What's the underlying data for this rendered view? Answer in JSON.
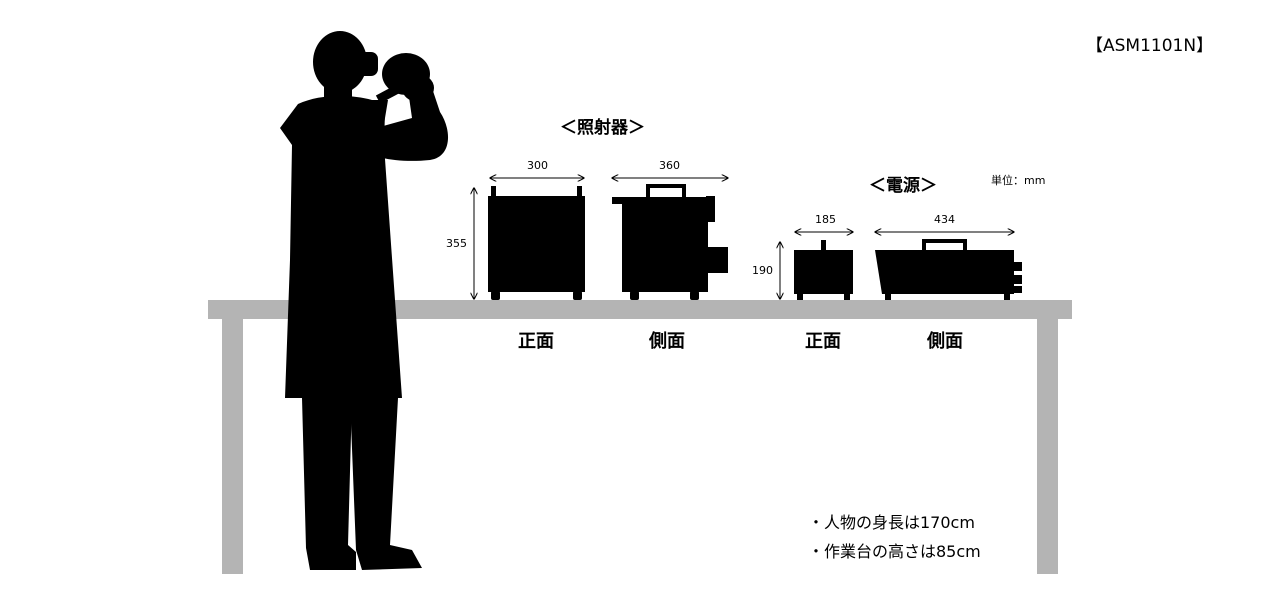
{
  "model_code": "【ASM1101N】",
  "unit_label": "単位：mm",
  "irradiator": {
    "title": "＜照射器＞",
    "front_label": "正面",
    "side_label": "側面",
    "front_width": "300",
    "front_height": "355",
    "side_depth": "360"
  },
  "power_supply": {
    "title": "＜電源＞",
    "front_label": "正面",
    "side_label": "側面",
    "front_width": "185",
    "front_height": "190",
    "side_depth": "434"
  },
  "notes": [
    "・人物の身長は170cm",
    "・作業台の高さは85cm"
  ],
  "colors": {
    "silhouette": "#000000",
    "table": "#b4b4b4",
    "background": "#ffffff"
  }
}
